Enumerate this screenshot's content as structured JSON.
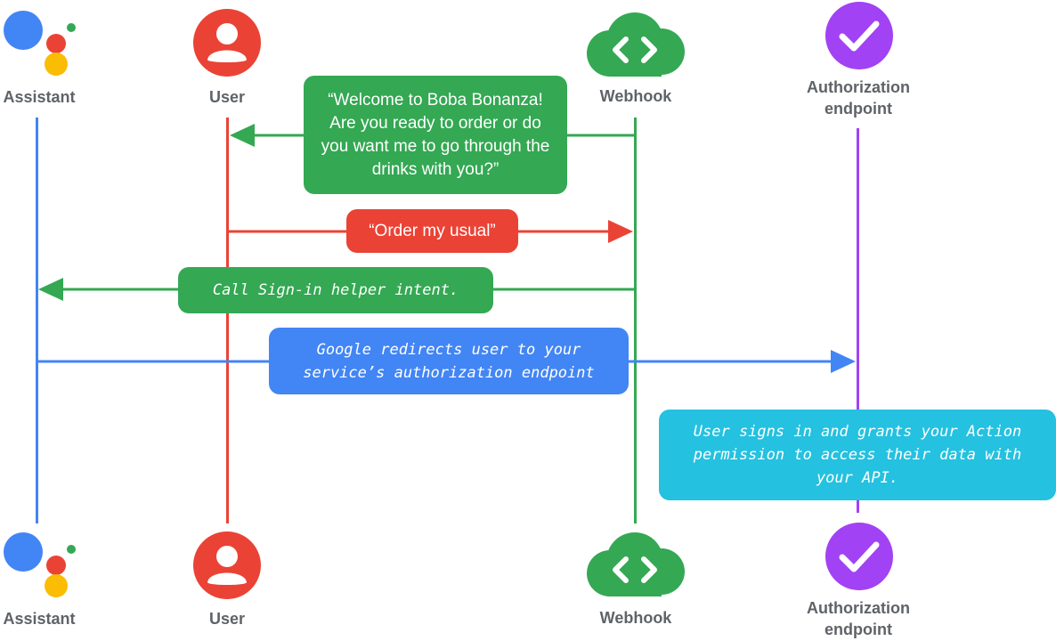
{
  "actors": {
    "assistant": "Assistant",
    "user": "User",
    "webhook": "Webhook",
    "auth_line1": "Authorization",
    "auth_line2": "endpoint"
  },
  "messages": {
    "welcome": "“Welcome to Boba Bonanza! Are you ready to order or do you want me to go through the drinks with you?”",
    "order": "“Order my usual”",
    "signin_helper": "Call Sign-in helper intent.",
    "redirect": "Google redirects user to your service’s authorization endpoint",
    "grant": "User signs in and grants your Action permission to access their data with your API."
  },
  "colors": {
    "assistant_blue": "#4285f4",
    "user_red": "#ea4335",
    "webhook_green": "#34a853",
    "auth_purple": "#a142f4",
    "grant_cyan": "#24c1e0",
    "assistant_yellow": "#fbbc04"
  },
  "icons": {
    "assistant": "google-assistant-logo",
    "user": "user-avatar-icon",
    "webhook": "cloud-code-icon",
    "auth": "checkmark-circle-icon"
  }
}
